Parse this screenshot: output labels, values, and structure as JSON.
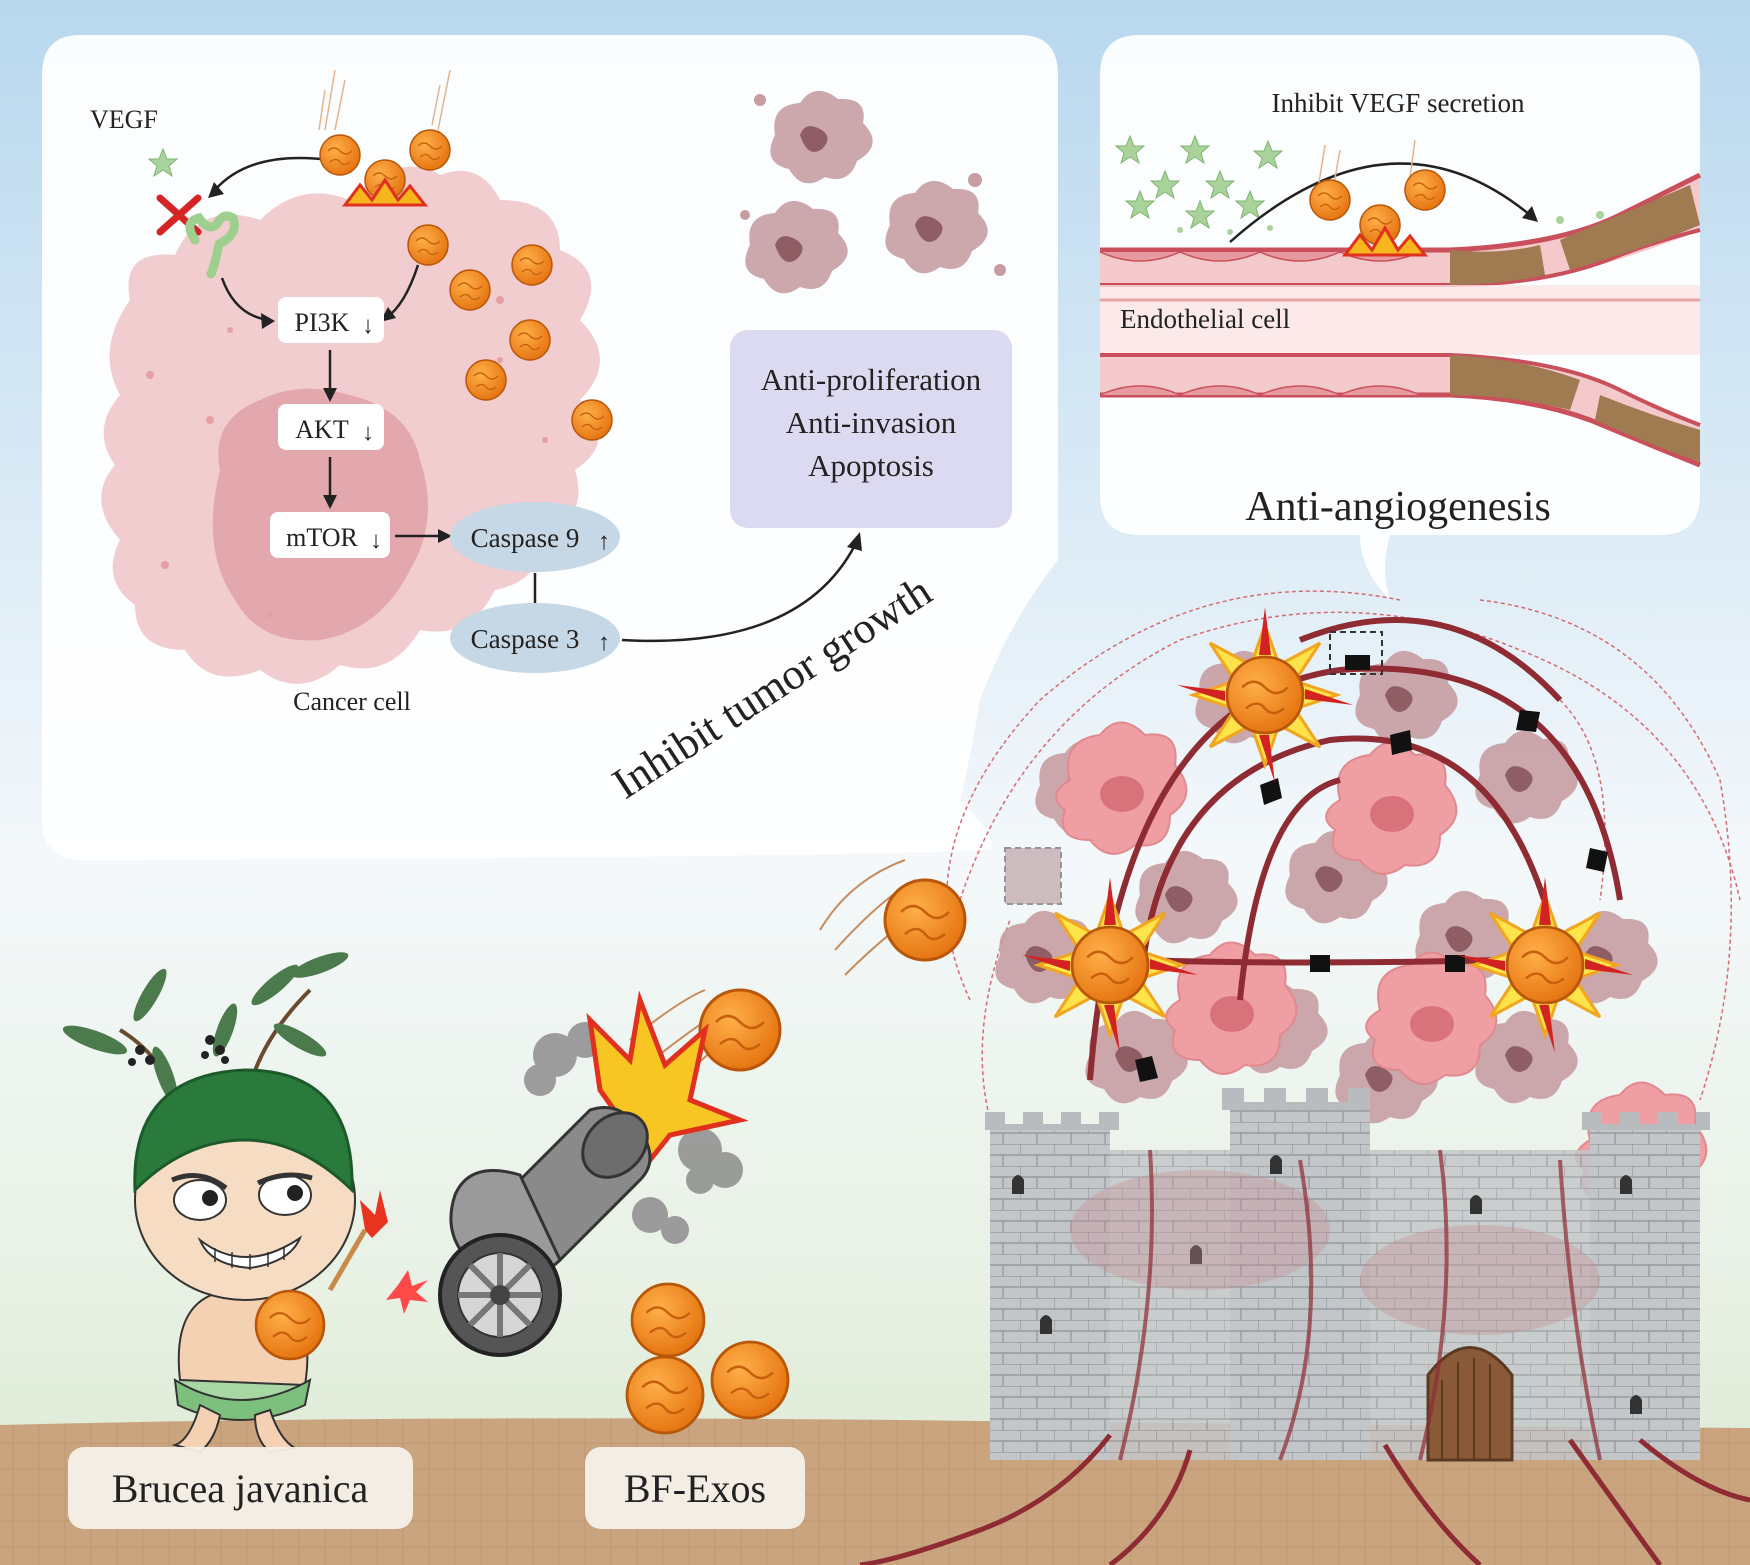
{
  "left_panel": {
    "vegf_label": "VEGF",
    "pathway": {
      "pi3k": "PI3K",
      "akt": "AKT",
      "mtor": "mTOR",
      "caspase9": "Caspase 9",
      "caspase3": "Caspase 3",
      "down_arrow": "↓",
      "up_arrow": "↑"
    },
    "cancer_cell_label": "Cancer cell",
    "outcomes": [
      "Anti-proliferation",
      "Anti-invasion",
      "Apoptosis"
    ],
    "curved_caption": "Inhibit tumor growth"
  },
  "right_panel": {
    "inhibit_label": "Inhibit VEGF secretion",
    "endothelial_label": "Endothelial cell",
    "title": "Anti-angiogenesis"
  },
  "bottom_labels": {
    "plant": "Brucea javanica",
    "exosome": "BF-Exos"
  },
  "colors": {
    "sky_top": "#b9d9ee",
    "ground": "#c8a27a",
    "cancer_cell": "#f1c9cd",
    "exosome_orange": "#f08a1e",
    "outcome_box": "#dcdaf0",
    "caspase_oval": "#c7d8e6",
    "vessel_red": "#c9505a"
  },
  "icons": [
    "vegf-star-icon",
    "block-cross-icon",
    "receptor-icon",
    "exosome-icon",
    "explosion-icon",
    "cannon-icon",
    "castle-icon",
    "character-icon"
  ]
}
